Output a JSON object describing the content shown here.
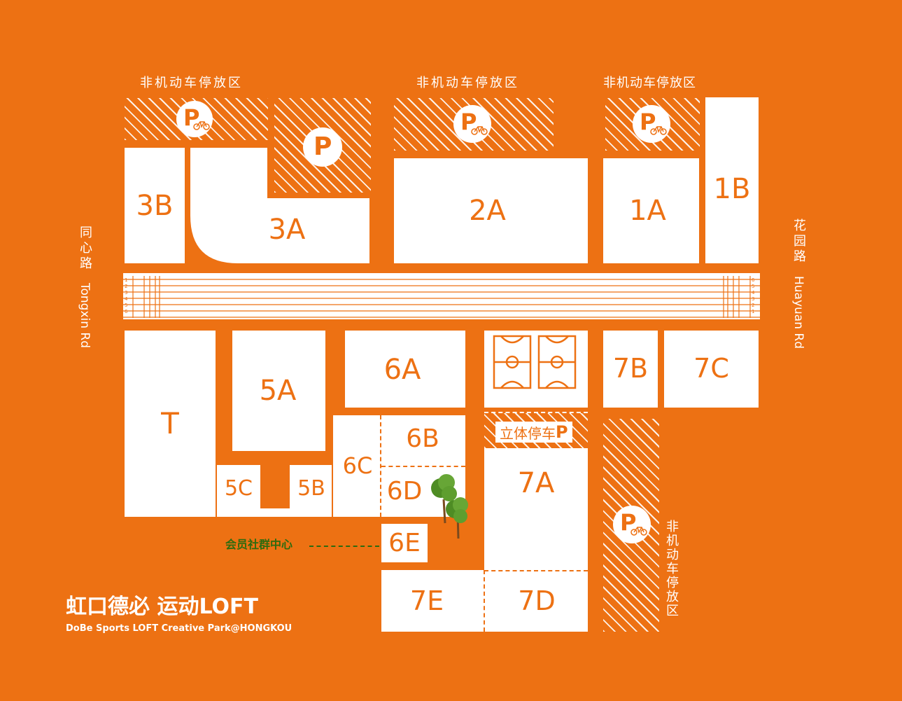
{
  "colors": {
    "background": "#ED7113",
    "blocks": "#FFFFFF",
    "community_label": "#2E6B0F",
    "tree": "#5E9E2F"
  },
  "parking": {
    "bike_zone_label": "非机动车停放区",
    "p_symbol": "P",
    "bike_icon": "bicycle-icon"
  },
  "roads": {
    "left_cn": "同心路",
    "left_en": "Tongxin Rd",
    "right_cn": "花园路",
    "right_en": "Huayuan Rd"
  },
  "track_lanes": [
    "1",
    "2",
    "3",
    "4",
    "5",
    "6"
  ],
  "buildings": {
    "b3B": "3B",
    "b3A": "3A",
    "b2A": "2A",
    "b1A": "1A",
    "b1B": "1B",
    "bT": "T",
    "b5A": "5A",
    "b5C": "5C",
    "b5B": "5B",
    "b6A": "6A",
    "b6B": "6B",
    "b6C": "6C",
    "b6D": "6D",
    "b6E": "6E",
    "b7B": "7B",
    "b7C": "7C",
    "b7A": "7A",
    "b7D": "7D",
    "b7E": "7E"
  },
  "garage_label": "立体停车",
  "community": {
    "label": "会员社群中心"
  },
  "brand": {
    "title_cn": "虹口德必 运动LOFT",
    "subtitle": "DoBe Sports LOFT Creative Park@HONGKOU"
  }
}
